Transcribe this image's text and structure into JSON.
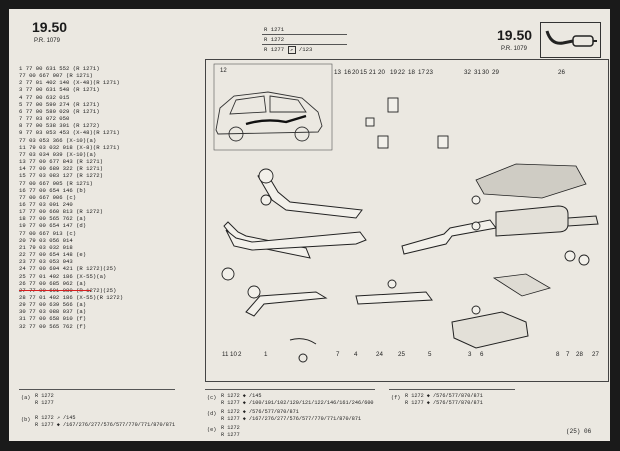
{
  "page": {
    "number": "19.50",
    "ref": "P.R. 1079"
  },
  "header": {
    "refs": [
      "R 1271",
      "R 1272",
      "R 1277"
    ],
    "ref3_suffix": "/123"
  },
  "parts": [
    "1  77 00 631 552  (R 1271)",
    "   77 00 667 907  (R 1271)",
    "2  77 01 402 140  (X-48)(R 1271)",
    "3  77 00 631 548  (R 1271)",
    "4  77 00 632 015",
    "5  77 00 590 274  (R 1271)",
    "6  77 00 580 029  (R 1271)",
    "7  77 03 072 050",
    "8  77 00 538 301  (R 1272)",
    "9  77 03 053 453  (X-48)(R 1271)",
    "   77 03 053 366  (X-10)(a)",
    "11 79 03 032 018  (X-8)(R 1271)",
    "   77 03 034 039  (X-10)(a)",
    "13 77 00 677 843  (R 1271)",
    "14 77 00 689 322  (R 1271)",
    "15 77 03 083 127  (R 1272)",
    "   77 00 667 905  (R 1271)",
    "16 77 00 654 146  (b)",
    "   77 00 667 906  (c)",
    "16 77 03 001 240",
    "17 77 00 660 813  (R 1272)",
    "18 77 00 565 762  (a)",
    "19 77 00 654 147  (d)",
    "   77 00 667 913  (c)",
    "20 79 03 056 014",
    "21 79 03 032 018",
    "22 77 00 654 148  (e)",
    "23 77 03 053 043",
    "24 77 00 694 421  (R 1272)(25)",
    "25 77 01 402 186  (X-55)(a)",
    "26 77 00 685 962  (a)",
    "27 77 00 691 080  (R 1272)(25)",
    "28 77 01 402 186  (X-55)(R 1272)",
    "29 77 00 639 566  (a)",
    "30 77 03 088 037  (a)",
    "31 77 00 658 010  (f)",
    "32 77 00 565 762  (f)"
  ],
  "footer": {
    "rows": [
      {
        "tag": "(a)",
        "lines": [
          "R 1272",
          "R 1277"
        ]
      },
      {
        "tag": "(b)",
        "lines": [
          "R 1272 ↗ /145",
          "R 1277 ◆ /167/276/277/576/577/770/771/870/871"
        ]
      },
      {
        "tag": "(c)",
        "lines": [
          "R 1272 ◆ /145",
          "R 1277 ◆ /100/101/102/120/121/122/146/161/246/600"
        ]
      },
      {
        "tag": "(d)",
        "lines": [
          "R 1272 ◆ /576/577/870/871",
          "R 1277 ◆ /167/276/277/576/577/770/771/870/871"
        ]
      },
      {
        "tag": "(e)",
        "lines": [
          "R 1272",
          "R 1277"
        ]
      },
      {
        "tag": "(f)",
        "lines": [
          "R 1272 ◆ /576/577/870/871",
          "R 1277 ◆ /576/577/870/871"
        ]
      }
    ],
    "page_code": "(25) 06"
  }
}
